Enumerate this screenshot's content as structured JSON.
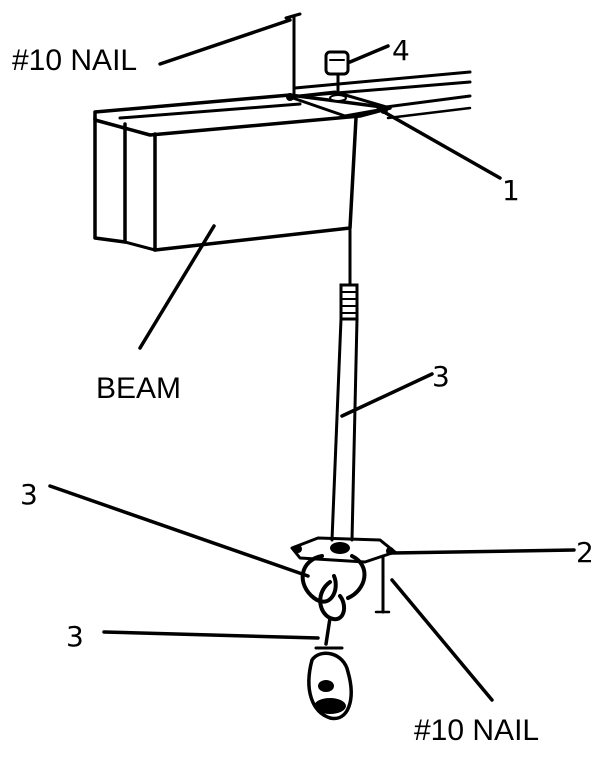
{
  "labels": {
    "nail_top": "#10 NAIL",
    "nail_bottom": "#10 NAIL",
    "beam": "BEAM",
    "callout_1": "1",
    "callout_2": "2",
    "callout_3_rod": "3",
    "callout_3_left": "3",
    "callout_3_chain": "3",
    "callout_4": "4"
  },
  "colors": {
    "ink": "#000000",
    "paper": "#ffffff"
  }
}
